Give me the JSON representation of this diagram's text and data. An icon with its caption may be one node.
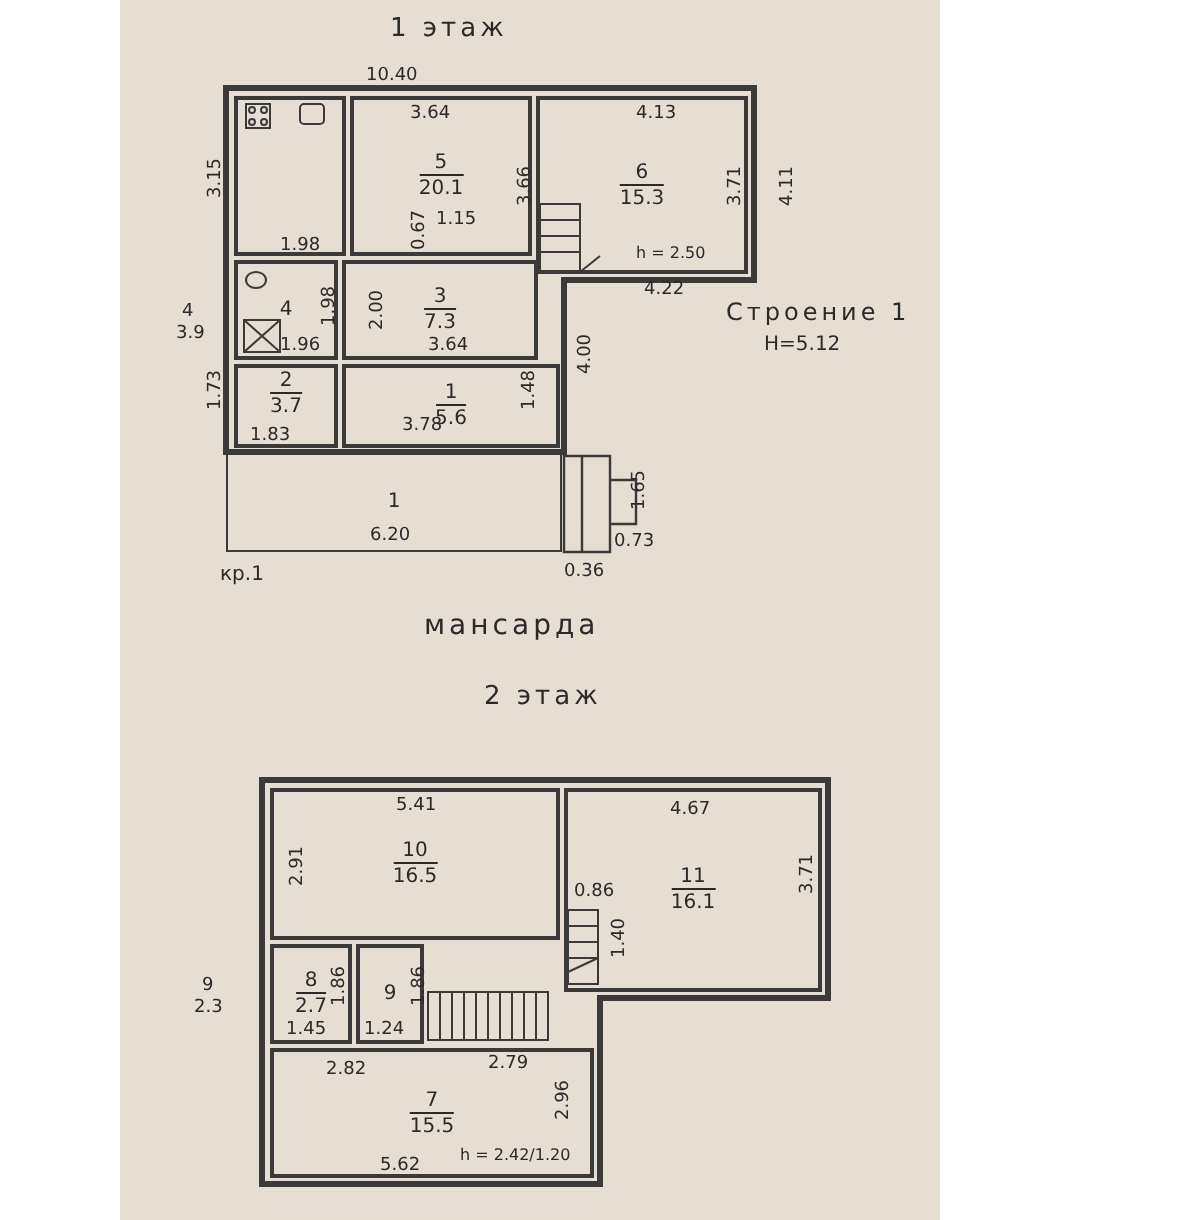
{
  "diagram": {
    "nodes": [
      {
        "text": [],
        "shape": "box"
      },
      {
        "text": [
          "5",
          "20.1"
        ]
      },
      {
        "text": [
          "6",
          "15.3"
        ]
      },
      {
        "text": [
          "4"
        ]
      },
      {
        "text": [
          "3",
          "7.3"
        ]
      },
      {
        "text": [
          "2",
          "3.7"
        ]
      },
      {
        "text": [
          "1",
          "5.6"
        ]
      },
      {
        "text": [
          "1"
        ]
      },
      {
        "text": [
          "10",
          "16.5"
        ]
      },
      {
        "text": [
          "11",
          "16.1"
        ]
      },
      {
        "text": [
          "8",
          "2.7"
        ]
      },
      {
        "text": [
          "9"
        ]
      },
      {
        "text": [
          "7",
          "15.5"
        ]
      }
    ],
    "edges": [],
    "labels": [
      "1 этаж",
      "10.40",
      "3.64",
      "4.13",
      "3.15",
      "3.66",
      "3.71",
      "4.11",
      "1.15",
      "0.67",
      "h = 2.50",
      "1.98",
      "4.22",
      "4",
      "3.9",
      "1.98",
      "2.00",
      "1.96",
      "3.64",
      "Строение 1",
      "H=5.12",
      "4.00",
      "1.73",
      "1.48",
      "1.83",
      "3.78",
      "1.65",
      "6.20",
      "0.73",
      "кр.1",
      "0.36",
      "мансарда",
      "2 этаж",
      "5.41",
      "4.67",
      "2.91",
      "0.86",
      "3.71",
      "1.40",
      "9",
      "2.3",
      "1.86",
      "1.86",
      "1.45",
      "1.24",
      "2.79",
      "2.82",
      "2.96",
      "h = 2.42/1.20",
      "5.62"
    ]
  }
}
